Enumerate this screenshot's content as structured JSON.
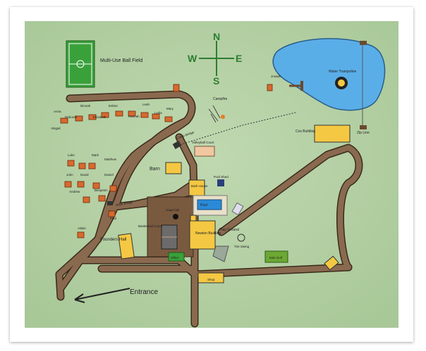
{
  "map": {
    "compass": {
      "north": "N",
      "south": "S",
      "east": "E",
      "west": "W"
    },
    "entrance_label": "Entrance",
    "places": {
      "field": "Multi-Use Ball Field",
      "campfire": "Campfire",
      "camp_bridge": "Camp Bridge",
      "volleyball": "Volleyball Court",
      "barn": "Barn",
      "bath_house": "Bath House",
      "pool_shed": "Pool Shed",
      "pool": "Pool",
      "hope_bridge": "Hope Bridge",
      "gaga_ball": "Gaga ball",
      "basketball": "Basketball Court",
      "founders_hall": "Founders Hall",
      "office": "Office",
      "newton": "Newton Building",
      "playground": "Play Ground",
      "tire_swing": "Tire Swing",
      "mini_golf": "Mini-Golf",
      "shop": "Shop",
      "cox": "Cox Building",
      "water_trampoline": "Water Trampoline",
      "zip_line": "Zip Line"
    },
    "cabins": {
      "anna": "Anna",
      "deborah": "Deborah",
      "dinnah": "Dinnah",
      "elizabeth": "Elizabeth",
      "esther": "Esther",
      "hannah": "Hannah",
      "leah": "Leah",
      "lydia": "Lydia",
      "mary": "Mary",
      "abigail": "Abigail",
      "luke": "Luke",
      "mark": "Mark",
      "matthew": "Matthew",
      "john": "John",
      "david": "David",
      "daniel": "Daniel",
      "andrew": "Andrew",
      "benjamin": "Benjamin",
      "paul": "Paul",
      "adam": "Adam",
      "joseph": "Joseph"
    },
    "colors": {
      "background": "#b5d0a5",
      "road": "#8a6a4f",
      "lake": "#5aaee8",
      "building": "#f4c842",
      "cabin": "#d9692e",
      "compass": "#2e7d32"
    }
  }
}
